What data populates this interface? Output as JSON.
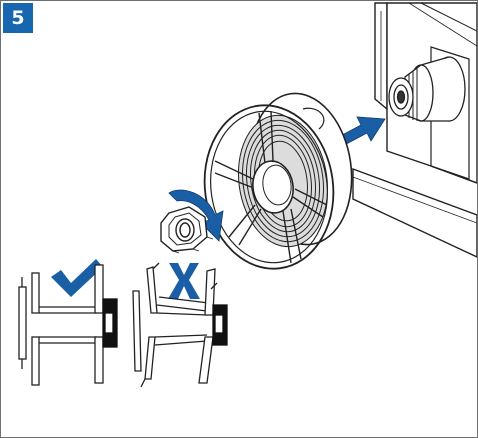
{
  "step": {
    "number": "5",
    "badge_color": "#1666b0"
  },
  "colors": {
    "arrow": "#1a5fa6",
    "check": "#1a5fa6",
    "cross": "#1a5fa6",
    "line": "#222222",
    "flange": "#111111"
  },
  "illustration": {
    "parts": [
      "wire-feeder-housing",
      "spool-hub-shaft",
      "wire-spool",
      "locking-nut",
      "insert-arrow",
      "rotate-arrow"
    ],
    "correct_indicator": "check-icon",
    "incorrect_indicator": "cross-icon"
  }
}
